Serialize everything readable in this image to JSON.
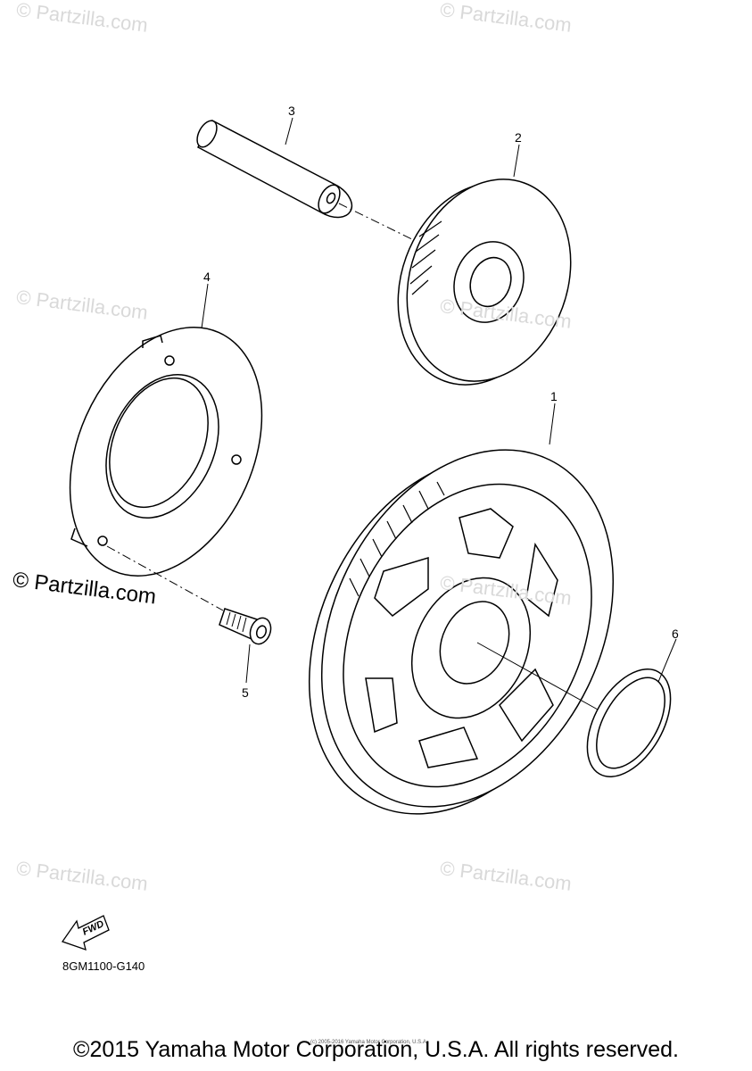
{
  "watermark_text": "© Partzilla.com",
  "watermark_large": "© Partzilla.com",
  "callouts": [
    "1",
    "2",
    "3",
    "4",
    "5",
    "6"
  ],
  "fwd_label": "FWD",
  "diagram_code": "8GM1100-G140",
  "fine_print": "(c) 2005-2016 Yamaha Motor Corporation, U.S.A.",
  "copyright": "©2015 Yamaha Motor Corporation, U.S.A. All rights reserved.",
  "icons": [
    "fwd-arrow-icon"
  ]
}
